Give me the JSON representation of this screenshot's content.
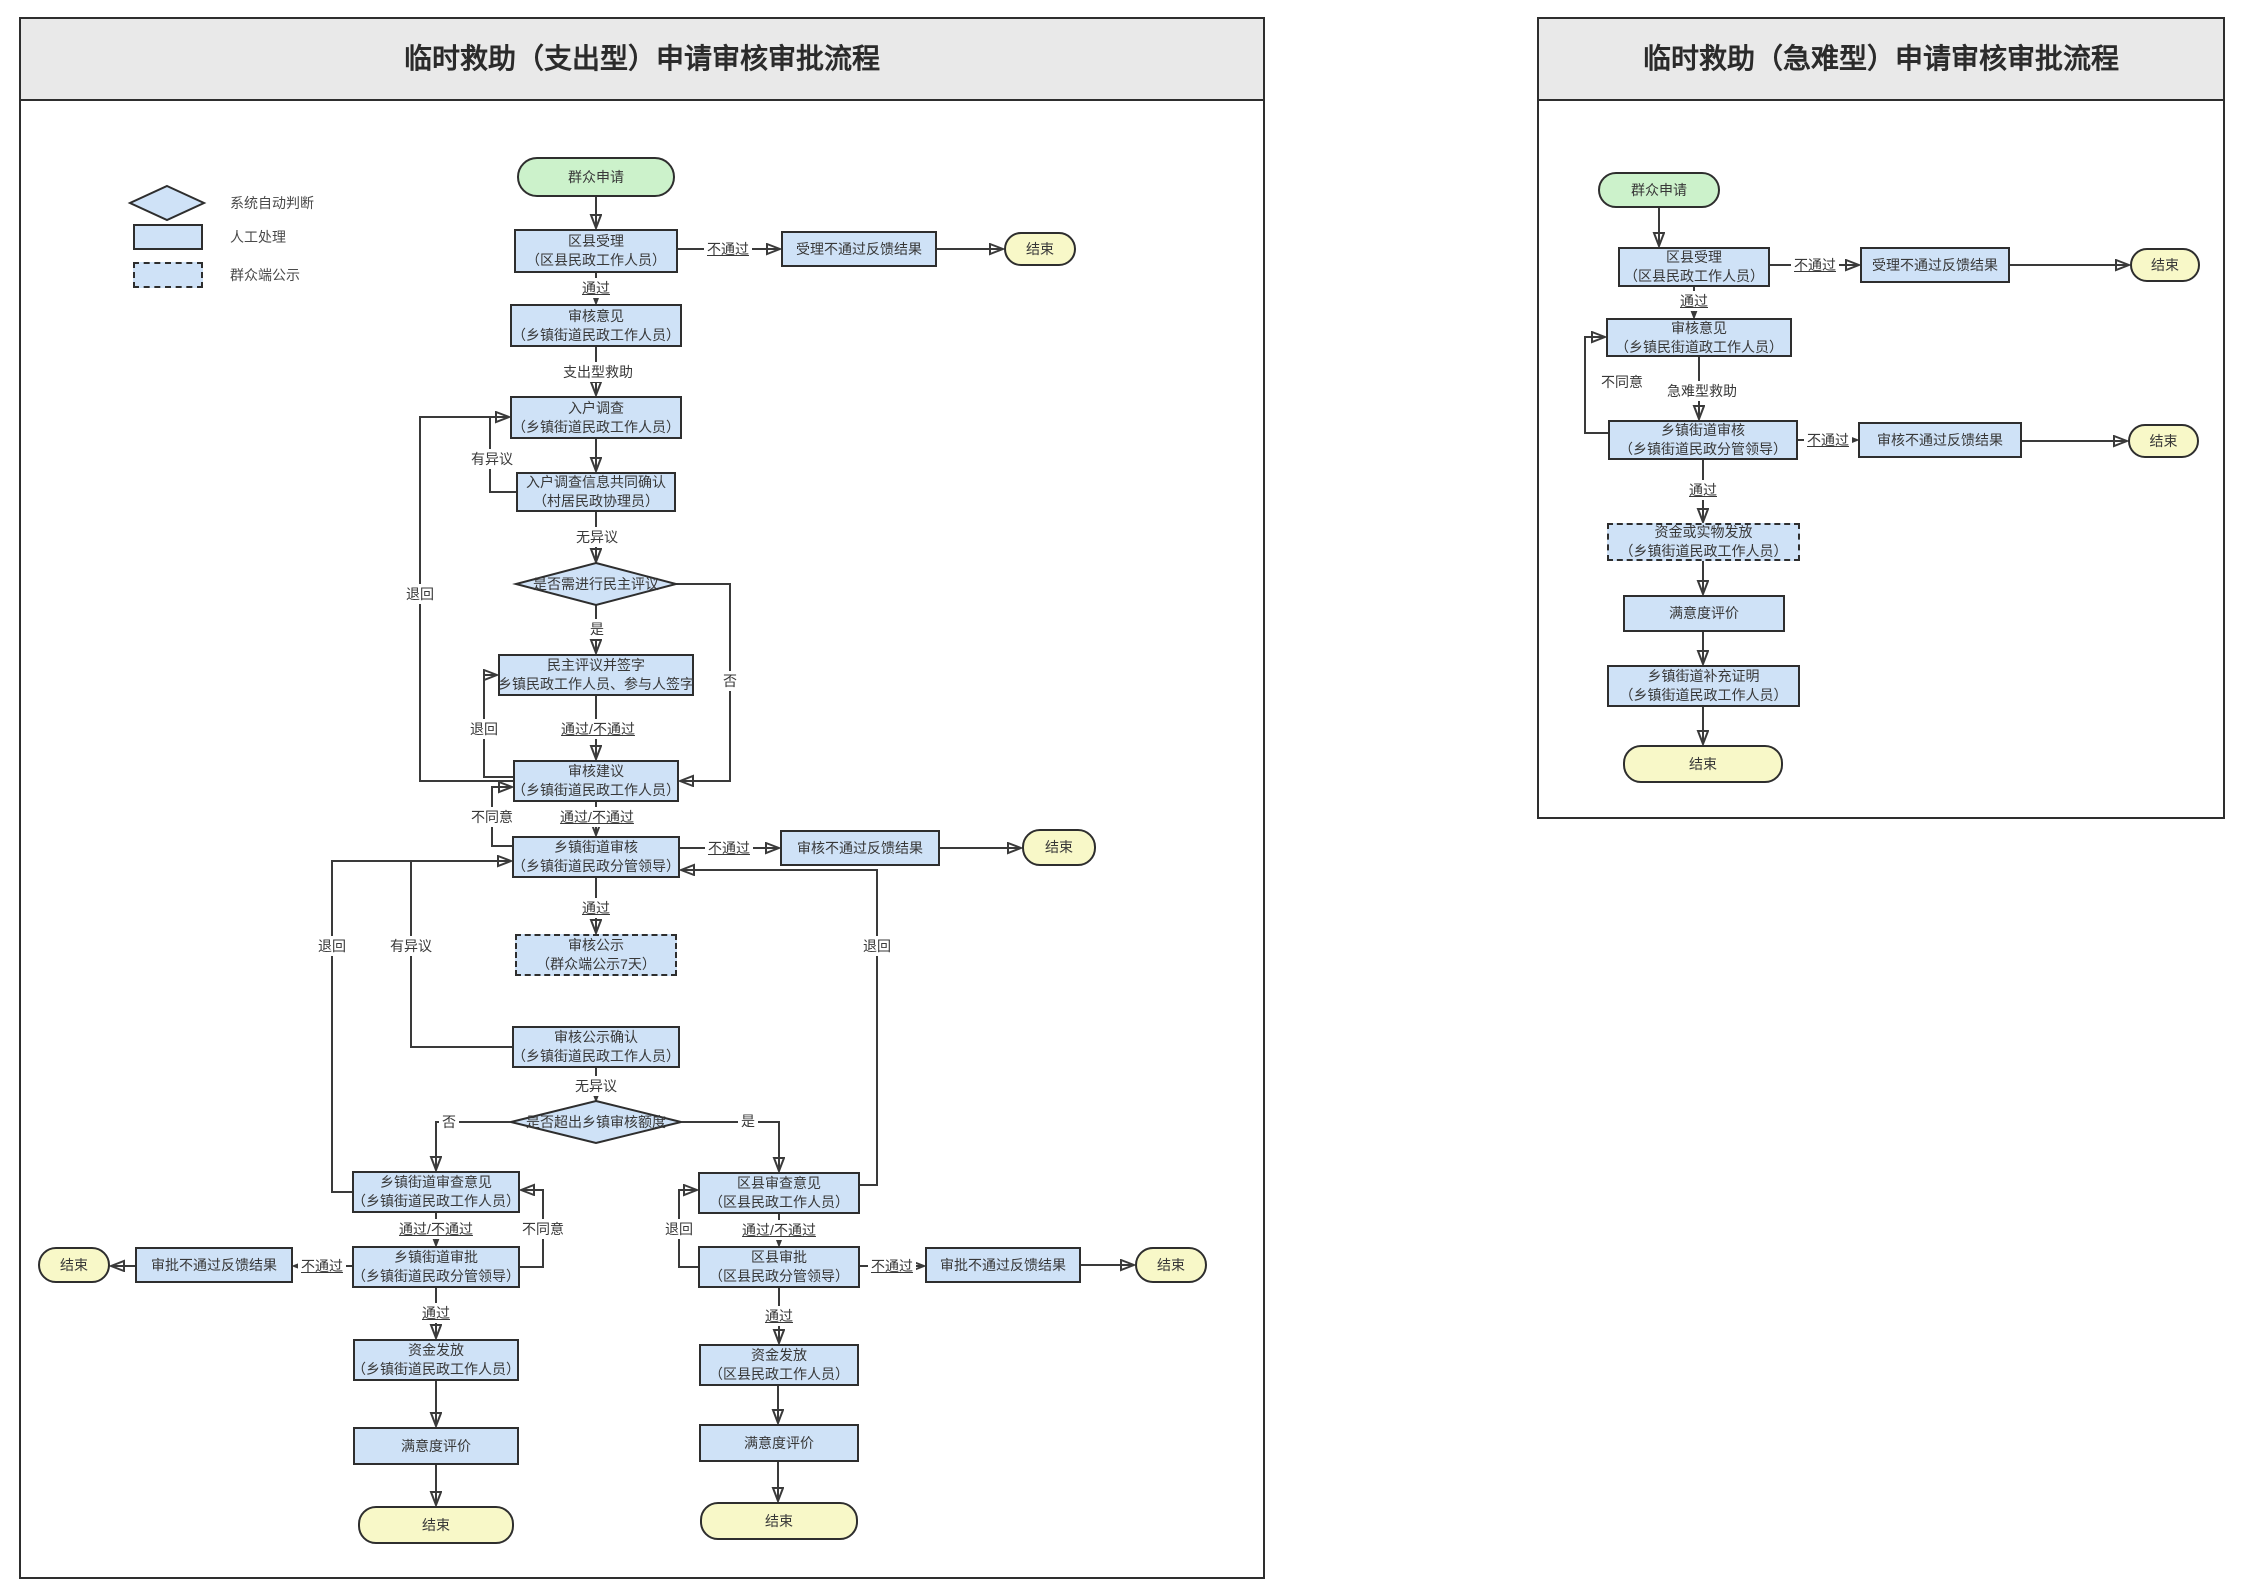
{
  "colors": {
    "process_fill": "#cfe2f7",
    "start_fill": "#ccf2cb",
    "end_fill": "#f8f8c8",
    "node_border": "#2e2e2e",
    "edge_line": "#3a3a3a",
    "title_bar_bg": "#e9e9e9"
  },
  "left": {
    "title": "临时救助（支出型）申请审核审批流程",
    "legend": [
      {
        "shape": "diamond",
        "label": "系统自动判断"
      },
      {
        "shape": "rect",
        "label": "人工处理"
      },
      {
        "shape": "dashed",
        "label": "群众端公示"
      }
    ],
    "nodes": {
      "start": {
        "label": "群众申请"
      },
      "accept": {
        "label": "区县受理",
        "sub": "（区县民政工作人员）"
      },
      "acceptFail": {
        "label": "受理不通过反馈结果"
      },
      "end1": {
        "label": "结束"
      },
      "opinion": {
        "label": "审核意见",
        "sub": "（乡镇街道民政工作人员）"
      },
      "survey": {
        "label": "入户调查",
        "sub": "（乡镇街道民政工作人员）"
      },
      "confirm": {
        "label": "入户调查信息共同确认",
        "sub": "（村居民政协理员）"
      },
      "d1": {
        "label": "是否需进行民主评议"
      },
      "review": {
        "label": "民主评议并签字",
        "sub": "乡镇民政工作人员、参与人签字"
      },
      "advice": {
        "label": "审核建议",
        "sub": "（乡镇街道民政工作人员）"
      },
      "townAudit": {
        "label": "乡镇街道审核",
        "sub": "（乡镇街道民政分管领导）"
      },
      "auditFail": {
        "label": "审核不通过反馈结果"
      },
      "end2": {
        "label": "结束"
      },
      "publicity": {
        "label": "审核公示",
        "sub": "（群众端公示7天）"
      },
      "pubConfirm": {
        "label": "审核公示确认",
        "sub": "（乡镇街道民政工作人员）"
      },
      "d2": {
        "label": "是否超出乡镇审核额度"
      },
      "townOpinion": {
        "label": "乡镇街道审查意见",
        "sub": "（乡镇街道民政工作人员）"
      },
      "townApprove": {
        "label": "乡镇街道审批",
        "sub": "（乡镇街道民政分管领导）"
      },
      "approveFailL": {
        "label": "审批不通过反馈结果"
      },
      "end3": {
        "label": "结束"
      },
      "fundTown": {
        "label": "资金发放",
        "sub": "（乡镇街道民政工作人员）"
      },
      "satisfyL": {
        "label": "满意度评价"
      },
      "end4": {
        "label": "结束"
      },
      "countyOpinion": {
        "label": "区县审查意见",
        "sub": "（区县民政工作人员）"
      },
      "countyApprove": {
        "label": "区县审批",
        "sub": "（区县民政分管领导）"
      },
      "approveFailR": {
        "label": "审批不通过反馈结果"
      },
      "end5": {
        "label": "结束"
      },
      "fundCounty": {
        "label": "资金发放",
        "sub": "（区县民政工作人员）"
      },
      "satisfyR": {
        "label": "满意度评价"
      },
      "end6": {
        "label": "结束"
      }
    },
    "edge_labels": {
      "l1": "不通过",
      "l2": "通过",
      "l3": "支出型救助",
      "l4": "有异议",
      "l5": "退回",
      "l6": "无异议",
      "l7": "是",
      "l8": "否",
      "l9": "退回",
      "l10": "通过/不通过",
      "l11": "不同意",
      "l12": "通过/不通过",
      "l13": "不通过",
      "l14": "通过",
      "l15": "退回",
      "l16": "有异议",
      "l17": "退回",
      "l18": "无异议",
      "l19": "否",
      "l20": "是",
      "l21": "通过/不通过",
      "l22": "不同意",
      "l23": "不通过",
      "l24": "通过",
      "l25": "通过/不通过",
      "l26": "退回",
      "l27": "不通过",
      "l28": "通过"
    }
  },
  "right": {
    "title": "临时救助（急难型）申请审核审批流程",
    "nodes": {
      "start": {
        "label": "群众申请"
      },
      "accept": {
        "label": "区县受理",
        "sub": "（区县民政工作人员）"
      },
      "acceptFail": {
        "label": "受理不通过反馈结果"
      },
      "end1": {
        "label": "结束"
      },
      "opinion": {
        "label": "审核意见",
        "sub": "（乡镇民街道政工作人员）"
      },
      "townAudit": {
        "label": "乡镇街道审核",
        "sub": "（乡镇街道民政分管领导）"
      },
      "auditFail": {
        "label": "审核不通过反馈结果"
      },
      "end2": {
        "label": "结束"
      },
      "fund": {
        "label": "资金或实物发放",
        "sub": "（乡镇街道民政工作人员）"
      },
      "satisfy": {
        "label": "满意度评价"
      },
      "supplement": {
        "label": "乡镇街道补充证明",
        "sub": "（乡镇街道民政工作人员）"
      },
      "end3": {
        "label": "结束"
      }
    },
    "edge_labels": {
      "r1": "不通过",
      "r2": "通过",
      "r3": "不同意",
      "r4": "急难型救助",
      "r5": "不通过",
      "r6": "通过"
    }
  }
}
